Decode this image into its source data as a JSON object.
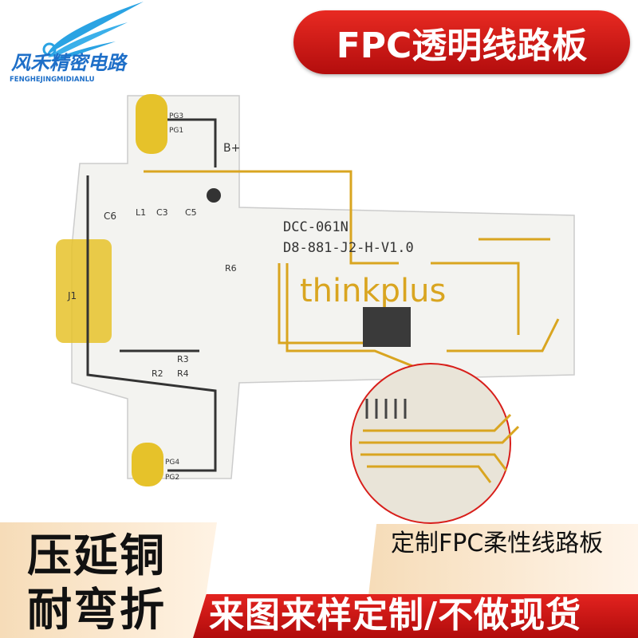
{
  "logo": {
    "name_cn": "风禾精密电路",
    "name_en": "FENGHEJINGMIDIANLU",
    "color": "#1e6fc8",
    "wing_color": "#2aa3e3"
  },
  "title": "FPC透明线路板",
  "board": {
    "brand_print": "thinkplus",
    "silkscreen": [
      "DCC-061N",
      "D8-881-J2-H-V1.0",
      "PG3",
      "PG1",
      "PG4",
      "PG2",
      "B+",
      "C6",
      "J1",
      "L1",
      "C3",
      "R6",
      "C5",
      "R3",
      "R4",
      "R2"
    ],
    "trace_color": "#d9a520",
    "substrate_color": "#f3f3f0"
  },
  "features": {
    "line1": "压延铜",
    "line2": "耐弯折"
  },
  "subtitle": "定制FPC柔性线路板",
  "banner": "来图来样定制/不做现货",
  "accent_red": "#d81e1a"
}
